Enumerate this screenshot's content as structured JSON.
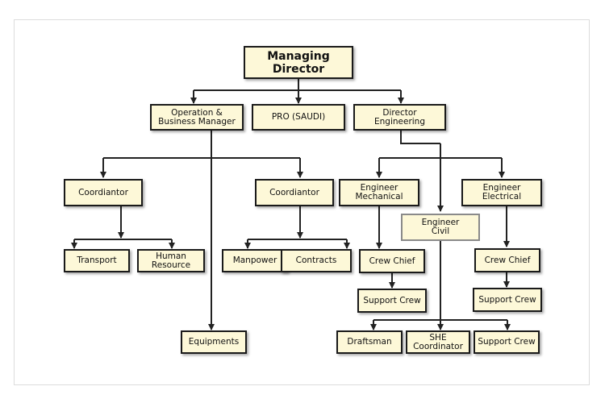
{
  "nodes": {
    "managing_director": "Managing Director",
    "ops_manager": "Operation &\nBusiness Manager",
    "pro_saudi": "PRO (SAUDI)",
    "director_engineering": "Director\nEngineering",
    "coordinator_left": "Coordiantor",
    "coordinator_right": "Coordiantor",
    "engineer_mechanical": "Engineer\nMechanical",
    "engineer_electrical": "Engineer\nElectrical",
    "engineer_civil": "Engineer\nCivil",
    "transport": "Transport",
    "human_resource": "Human\nResource",
    "manpower": "Manpower",
    "contracts": "Contracts",
    "crew_chief_mech": "Crew Chief",
    "crew_chief_elec": "Crew Chief",
    "support_crew_mech": "Support Crew",
    "support_crew_elec": "Support Crew",
    "equipments": "Equipments",
    "draftsman": "Draftsman",
    "she_coordinator": "SHE\nCoordinator",
    "support_crew_civil": "Support Crew"
  }
}
